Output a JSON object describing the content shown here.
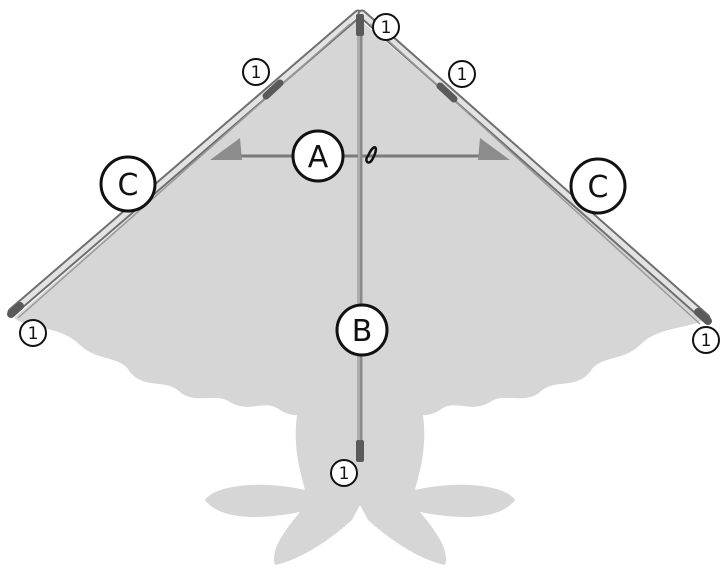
{
  "labels": {
    "A": "A",
    "B": "B",
    "C": "C",
    "end_cap": "1"
  },
  "colors": {
    "sail": "#d6d6d6",
    "sail_shadow": "#cfcfcf",
    "spar": "#7a7a7a",
    "spar_light": "#bdbdbd",
    "frame_edge": "#6f6f6f",
    "end_cap": "#5a5a5a",
    "label_stroke": "#111111",
    "label_fill": "#ffffff"
  }
}
